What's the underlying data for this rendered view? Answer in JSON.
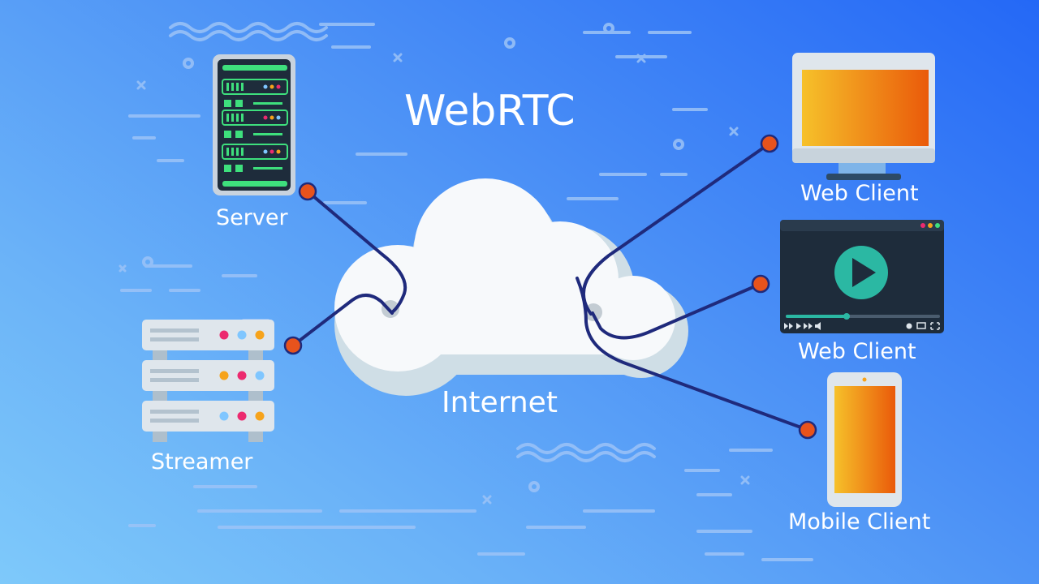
{
  "title": "WebRTC",
  "nodes": {
    "server": {
      "label": "Server"
    },
    "streamer": {
      "label": "Streamer"
    },
    "internet": {
      "label": "Internet"
    },
    "web_client_1": {
      "label": "Web Client"
    },
    "web_client_2": {
      "label": "Web Client"
    },
    "mobile_client": {
      "label": "Mobile Client"
    }
  },
  "colors": {
    "connection_line": "#1f2a7c",
    "connection_dot": "#e8531c",
    "cloud": "#f5f8fa",
    "screen_gradient_start": "#f6c12a",
    "screen_gradient_end": "#ea5a0a",
    "server_panel": "#1e2c3b",
    "server_accent": "#3ee07d",
    "play_button": "#2bb8a3"
  }
}
